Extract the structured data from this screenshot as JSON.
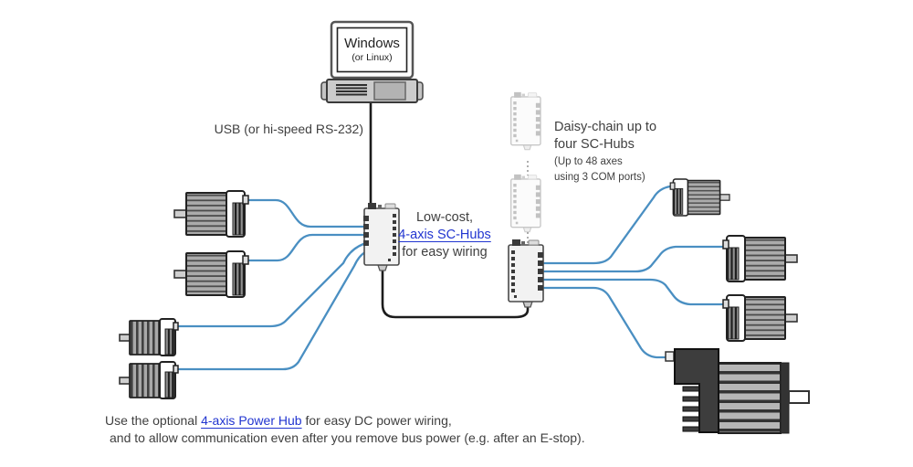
{
  "computer": {
    "os_label": "Windows",
    "os_sub_label": "(or Linux)"
  },
  "labels": {
    "connection": "USB (or hi-speed RS-232)",
    "hub": {
      "line1": "Low-cost,",
      "link": "4-axis SC-Hubs",
      "line2": "for easy wiring"
    },
    "daisy": {
      "line1": "Daisy-chain up to",
      "line2": "four SC-Hubs",
      "note_line1": "(Up to 48 axes",
      "note_line2": "using 3 COM ports)"
    },
    "footer": {
      "line1_pre": "Use the optional ",
      "line1_link": "4-axis Power Hub",
      "line1_post": " for easy DC power wiring,",
      "line2": "and to allow communication even after you remove bus power (e.g. after an E-stop)."
    }
  },
  "diagram": {
    "devices": [
      "computer",
      "sc-hub-1",
      "sc-hub-2",
      "ghost-hub-1",
      "ghost-hub-2",
      "motor-left-1",
      "motor-left-2",
      "motor-left-3",
      "motor-left-4",
      "motor-right-1",
      "motor-right-2",
      "motor-right-3",
      "motor-right-large"
    ]
  },
  "colors": {
    "wire": "#4a8fc2",
    "cable": "#1c1c1c",
    "link": "#2135d0",
    "text": "#3f3f3f"
  }
}
